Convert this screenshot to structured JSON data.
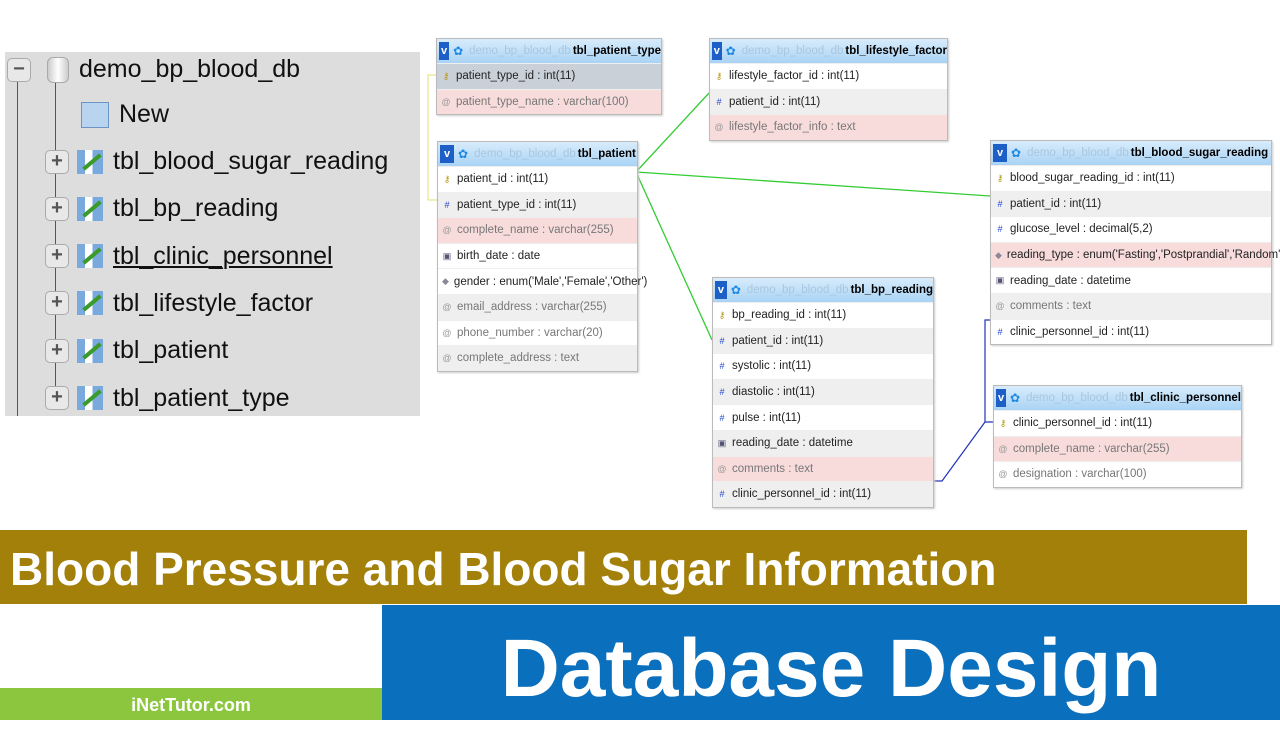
{
  "tree": {
    "database": "demo_bp_blood_db",
    "new_label": "New",
    "tables": [
      "tbl_blood_sugar_reading",
      "tbl_bp_reading",
      "tbl_clinic_personnel",
      "tbl_lifestyle_factor",
      "tbl_patient",
      "tbl_patient_type"
    ]
  },
  "diagram": {
    "db_prefix": "demo_bp_blood_db",
    "tables": [
      {
        "name": "tbl_patient_type",
        "fields": [
          [
            "key",
            "patient_type_id : int(11)",
            "s"
          ],
          [
            "text",
            "patient_type_name : varchar(100)",
            "p"
          ]
        ]
      },
      {
        "name": "tbl_lifestyle_factor",
        "fields": [
          [
            "key",
            "lifestyle_factor_id : int(11)",
            ""
          ],
          [
            "num",
            "patient_id : int(11)",
            "g"
          ],
          [
            "text",
            "lifestyle_factor_info : text",
            "p"
          ]
        ]
      },
      {
        "name": "tbl_patient",
        "fields": [
          [
            "key",
            "patient_id : int(11)",
            ""
          ],
          [
            "num",
            "patient_type_id : int(11)",
            "g"
          ],
          [
            "text",
            "complete_name : varchar(255)",
            "p"
          ],
          [
            "date",
            "birth_date : date",
            ""
          ],
          [
            "enum",
            "gender : enum('Male','Female','Other')",
            ""
          ],
          [
            "text",
            "email_address : varchar(255)",
            "g"
          ],
          [
            "text",
            "phone_number : varchar(20)",
            ""
          ],
          [
            "text",
            "complete_address : text",
            "g"
          ]
        ]
      },
      {
        "name": "tbl_blood_sugar_reading",
        "fields": [
          [
            "key",
            "blood_sugar_reading_id : int(11)",
            ""
          ],
          [
            "num",
            "patient_id : int(11)",
            "g"
          ],
          [
            "num",
            "glucose_level : decimal(5,2)",
            ""
          ],
          [
            "enum",
            "reading_type : enum('Fasting','Postprandial','Random')",
            "p"
          ],
          [
            "date",
            "reading_date : datetime",
            ""
          ],
          [
            "text",
            "comments : text",
            "g"
          ],
          [
            "num",
            "clinic_personnel_id : int(11)",
            ""
          ]
        ]
      },
      {
        "name": "tbl_bp_reading",
        "fields": [
          [
            "key",
            "bp_reading_id : int(11)",
            ""
          ],
          [
            "num",
            "patient_id : int(11)",
            "g"
          ],
          [
            "num",
            "systolic : int(11)",
            ""
          ],
          [
            "num",
            "diastolic : int(11)",
            "g"
          ],
          [
            "num",
            "pulse : int(11)",
            ""
          ],
          [
            "date",
            "reading_date : datetime",
            "g"
          ],
          [
            "text",
            "comments : text",
            "p"
          ],
          [
            "num",
            "clinic_personnel_id : int(11)",
            "g"
          ]
        ]
      },
      {
        "name": "tbl_clinic_personnel",
        "fields": [
          [
            "key",
            "clinic_personnel_id : int(11)",
            ""
          ],
          [
            "text",
            "complete_name : varchar(255)",
            "p"
          ],
          [
            "text",
            "designation : varchar(100)",
            ""
          ]
        ]
      }
    ]
  },
  "banner": {
    "title": "Blood Pressure and Blood Sugar Information",
    "subtitle": "Database Design",
    "brand": "iNetTutor.com"
  },
  "colors": {
    "gold": "#a3800a",
    "blue": "#0a6fbd",
    "green": "#8cc63f",
    "link_green": "#33cc33",
    "link_blue": "#2233bb"
  }
}
